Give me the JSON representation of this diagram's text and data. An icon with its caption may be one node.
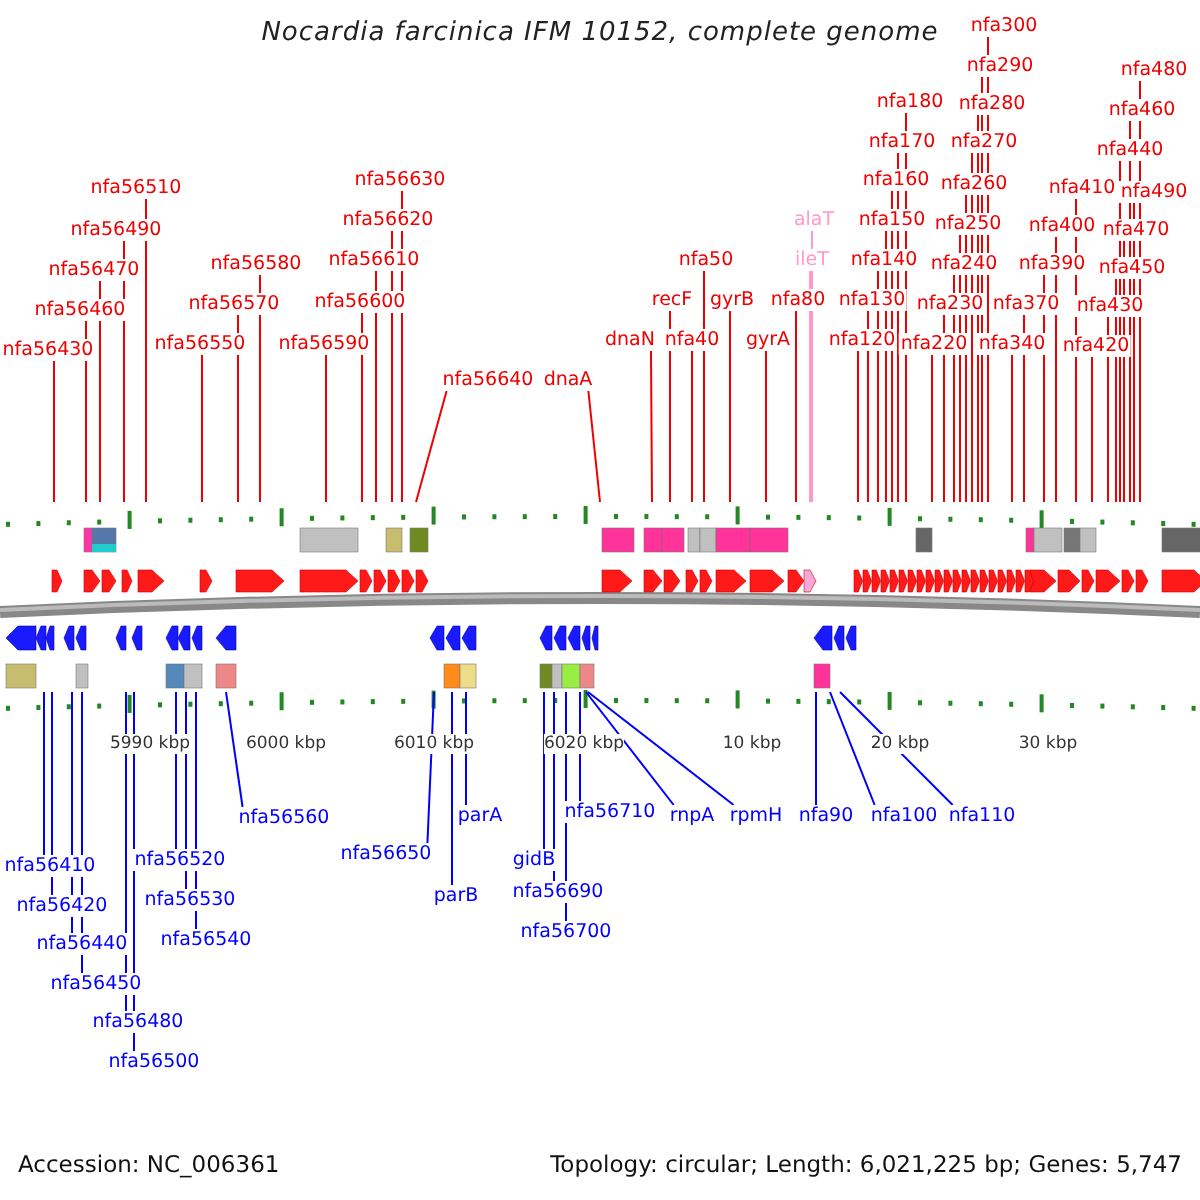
{
  "diagram": {
    "title": "Nocardia farcinica IFM 10152, complete genome",
    "nodes": [
      {
        "text": [
          "nfa56430"
        ]
      },
      {
        "text": [
          "nfa56460"
        ]
      },
      {
        "text": [
          "nfa56470"
        ]
      },
      {
        "text": [
          "nfa56490"
        ]
      },
      {
        "text": [
          "nfa56510"
        ]
      },
      {
        "text": [
          "nfa56550"
        ]
      },
      {
        "text": [
          "nfa56570"
        ]
      },
      {
        "text": [
          "nfa56580"
        ]
      },
      {
        "text": [
          "nfa56590"
        ]
      },
      {
        "text": [
          "nfa56600"
        ]
      },
      {
        "text": [
          "nfa56610"
        ]
      },
      {
        "text": [
          "nfa56620"
        ]
      },
      {
        "text": [
          "nfa56630"
        ]
      },
      {
        "text": [
          "nfa56640"
        ]
      },
      {
        "text": [
          "dnaA"
        ]
      },
      {
        "text": [
          "dnaN"
        ]
      },
      {
        "text": [
          "recF"
        ]
      },
      {
        "text": [
          "nfa40"
        ]
      },
      {
        "text": [
          "nfa50"
        ]
      },
      {
        "text": [
          "gyrB"
        ]
      },
      {
        "text": [
          "gyrA"
        ]
      },
      {
        "text": [
          "nfa80"
        ]
      },
      {
        "text": [
          "ileT"
        ]
      },
      {
        "text": [
          "alaT"
        ]
      },
      {
        "text": [
          "nfa120"
        ]
      },
      {
        "text": [
          "nfa130"
        ]
      },
      {
        "text": [
          "nfa140"
        ]
      },
      {
        "text": [
          "nfa150"
        ]
      },
      {
        "text": [
          "nfa160"
        ]
      },
      {
        "text": [
          "nfa170"
        ]
      },
      {
        "text": [
          "nfa180"
        ]
      },
      {
        "text": [
          "nfa220"
        ]
      },
      {
        "text": [
          "nfa230"
        ]
      },
      {
        "text": [
          "nfa240"
        ]
      },
      {
        "text": [
          "nfa250"
        ]
      },
      {
        "text": [
          "nfa260"
        ]
      },
      {
        "text": [
          "nfa270"
        ]
      },
      {
        "text": [
          "nfa280"
        ]
      },
      {
        "text": [
          "nfa290"
        ]
      },
      {
        "text": [
          "nfa300"
        ]
      },
      {
        "text": [
          "nfa340"
        ]
      },
      {
        "text": [
          "nfa370"
        ]
      },
      {
        "text": [
          "nfa390"
        ]
      },
      {
        "text": [
          "nfa400"
        ]
      },
      {
        "text": [
          "nfa410"
        ]
      },
      {
        "text": [
          "nfa420"
        ]
      },
      {
        "text": [
          "nfa430"
        ]
      },
      {
        "text": [
          "nfa450"
        ]
      },
      {
        "text": [
          "nfa470"
        ]
      },
      {
        "text": [
          "nfa490"
        ]
      },
      {
        "text": [
          "nfa440"
        ]
      },
      {
        "text": [
          "nfa460"
        ]
      },
      {
        "text": [
          "nfa480"
        ]
      },
      {
        "text": [
          "nfa56410"
        ]
      },
      {
        "text": [
          "nfa56420"
        ]
      },
      {
        "text": [
          "nfa56440"
        ]
      },
      {
        "text": [
          "nfa56450"
        ]
      },
      {
        "text": [
          "nfa56480"
        ]
      },
      {
        "text": [
          "nfa56500"
        ]
      },
      {
        "text": [
          "nfa56520"
        ]
      },
      {
        "text": [
          "nfa56530"
        ]
      },
      {
        "text": [
          "nfa56540"
        ]
      },
      {
        "text": [
          "nfa56560"
        ]
      },
      {
        "text": [
          "nfa56650"
        ]
      },
      {
        "text": [
          "parB"
        ]
      },
      {
        "text": [
          "parA"
        ]
      },
      {
        "text": [
          "gidB"
        ]
      },
      {
        "text": [
          "nfa56690"
        ]
      },
      {
        "text": [
          "nfa56700"
        ]
      },
      {
        "text": [
          "nfa56710"
        ]
      },
      {
        "text": [
          "rnpA"
        ]
      },
      {
        "text": [
          "rpmH"
        ]
      },
      {
        "text": [
          "nfa90"
        ]
      },
      {
        "text": [
          "nfa100"
        ]
      },
      {
        "text": [
          "nfa110"
        ]
      }
    ],
    "edges": [
      {
        "from": 0,
        "to": null,
        "arrow": "none"
      },
      {
        "from": 1,
        "to": null,
        "arrow": "none"
      },
      {
        "from": 2,
        "to": null,
        "arrow": "none"
      },
      {
        "from": 3,
        "to": null,
        "arrow": "none"
      },
      {
        "from": 4,
        "to": null,
        "arrow": "none"
      },
      {
        "from": 5,
        "to": null,
        "arrow": "none"
      },
      {
        "from": 6,
        "to": null,
        "arrow": "none"
      },
      {
        "from": 7,
        "to": null,
        "arrow": "none"
      },
      {
        "from": 8,
        "to": null,
        "arrow": "none"
      },
      {
        "from": 9,
        "to": null,
        "arrow": "none"
      },
      {
        "from": 10,
        "to": null,
        "arrow": "none"
      },
      {
        "from": 11,
        "to": null,
        "arrow": "none"
      },
      {
        "from": 12,
        "to": null,
        "arrow": "none"
      },
      {
        "from": 13,
        "to": null,
        "arrow": "none"
      },
      {
        "from": 14,
        "to": null,
        "arrow": "none"
      },
      {
        "from": 15,
        "to": null,
        "arrow": "none"
      },
      {
        "from": 16,
        "to": null,
        "arrow": "none"
      },
      {
        "from": 17,
        "to": null,
        "arrow": "none"
      },
      {
        "from": 18,
        "to": null,
        "arrow": "none"
      },
      {
        "from": 19,
        "to": null,
        "arrow": "none"
      },
      {
        "from": 20,
        "to": null,
        "arrow": "none"
      },
      {
        "from": 21,
        "to": null,
        "arrow": "none"
      },
      {
        "from": 22,
        "to": null,
        "arrow": "none",
        "color": "#ff99cc"
      },
      {
        "from": 23,
        "to": null,
        "arrow": "none",
        "color": "#ff99cc"
      },
      {
        "from": 24,
        "to": null,
        "arrow": "none"
      },
      {
        "from": 25,
        "to": null,
        "arrow": "none"
      },
      {
        "from": 26,
        "to": null,
        "arrow": "none"
      },
      {
        "from": 27,
        "to": null,
        "arrow": "none"
      },
      {
        "from": 28,
        "to": null,
        "arrow": "none"
      },
      {
        "from": 29,
        "to": null,
        "arrow": "none"
      },
      {
        "from": 30,
        "to": null,
        "arrow": "none"
      },
      {
        "from": 31,
        "to": null,
        "arrow": "none"
      },
      {
        "from": 32,
        "to": null,
        "arrow": "none"
      },
      {
        "from": 33,
        "to": null,
        "arrow": "none"
      },
      {
        "from": 34,
        "to": null,
        "arrow": "none"
      },
      {
        "from": 35,
        "to": null,
        "arrow": "none"
      },
      {
        "from": 36,
        "to": null,
        "arrow": "none"
      },
      {
        "from": 37,
        "to": null,
        "arrow": "none"
      },
      {
        "from": 38,
        "to": null,
        "arrow": "none"
      },
      {
        "from": 39,
        "to": null,
        "arrow": "none"
      },
      {
        "from": 40,
        "to": null,
        "arrow": "none"
      },
      {
        "from": 41,
        "to": null,
        "arrow": "none"
      },
      {
        "from": 42,
        "to": null,
        "arrow": "none"
      },
      {
        "from": 43,
        "to": null,
        "arrow": "none"
      },
      {
        "from": 44,
        "to": null,
        "arrow": "none"
      },
      {
        "from": 45,
        "to": null,
        "arrow": "none"
      },
      {
        "from": 46,
        "to": null,
        "arrow": "none"
      },
      {
        "from": 47,
        "to": null,
        "arrow": "none"
      },
      {
        "from": 48,
        "to": null,
        "arrow": "none"
      },
      {
        "from": 49,
        "to": null,
        "arrow": "none"
      },
      {
        "from": 50,
        "to": null,
        "arrow": "none"
      },
      {
        "from": 51,
        "to": null,
        "arrow": "none"
      },
      {
        "from": 52,
        "to": null,
        "arrow": "none"
      },
      {
        "from": 53,
        "to": null,
        "arrow": "none",
        "color": "#0000ff"
      },
      {
        "from": 54,
        "to": null,
        "arrow": "none",
        "color": "#0000ff"
      },
      {
        "from": 55,
        "to": null,
        "arrow": "none",
        "color": "#0000ff"
      },
      {
        "from": 56,
        "to": null,
        "arrow": "none",
        "color": "#0000ff"
      },
      {
        "from": 57,
        "to": null,
        "arrow": "none",
        "color": "#0000ff"
      },
      {
        "from": 58,
        "to": null,
        "arrow": "none",
        "color": "#0000ff"
      },
      {
        "from": 59,
        "to": null,
        "arrow": "none",
        "color": "#0000ff"
      },
      {
        "from": 60,
        "to": null,
        "arrow": "none",
        "color": "#0000ff"
      },
      {
        "from": 61,
        "to": null,
        "arrow": "none",
        "color": "#0000ff"
      },
      {
        "from": 62,
        "to": null,
        "arrow": "none",
        "color": "#0000ff"
      },
      {
        "from": 63,
        "to": null,
        "arrow": "none",
        "color": "#0000ff"
      },
      {
        "from": 64,
        "to": null,
        "arrow": "none",
        "color": "#0000ff"
      },
      {
        "from": 65,
        "to": null,
        "arrow": "none",
        "color": "#0000ff"
      },
      {
        "from": 66,
        "to": null,
        "arrow": "none",
        "color": "#0000ff"
      },
      {
        "from": 67,
        "to": null,
        "arrow": "none",
        "color": "#0000ff"
      },
      {
        "from": 68,
        "to": null,
        "arrow": "none",
        "color": "#0000ff"
      },
      {
        "from": 69,
        "to": null,
        "arrow": "none",
        "color": "#0000ff"
      },
      {
        "from": 70,
        "to": null,
        "arrow": "none",
        "color": "#0000ff"
      },
      {
        "from": 71,
        "to": null,
        "arrow": "none",
        "color": "#0000ff"
      },
      {
        "from": 72,
        "to": null,
        "arrow": "none",
        "color": "#0000ff"
      },
      {
        "from": 73,
        "to": null,
        "arrow": "none",
        "color": "#0000ff"
      },
      {
        "from": 74,
        "to": null,
        "arrow": "none",
        "color": "#0000ff"
      }
    ],
    "labels": [
      "5990 kbp",
      "6000 kbp",
      "6010 kbp",
      "6020 kbp",
      "10 kbp",
      "20 kbp",
      "30 kbp",
      "Accession: NC_006361",
      "Topology: circular; Length: 6,021,225 bp; Genes: 5,747"
    ]
  }
}
